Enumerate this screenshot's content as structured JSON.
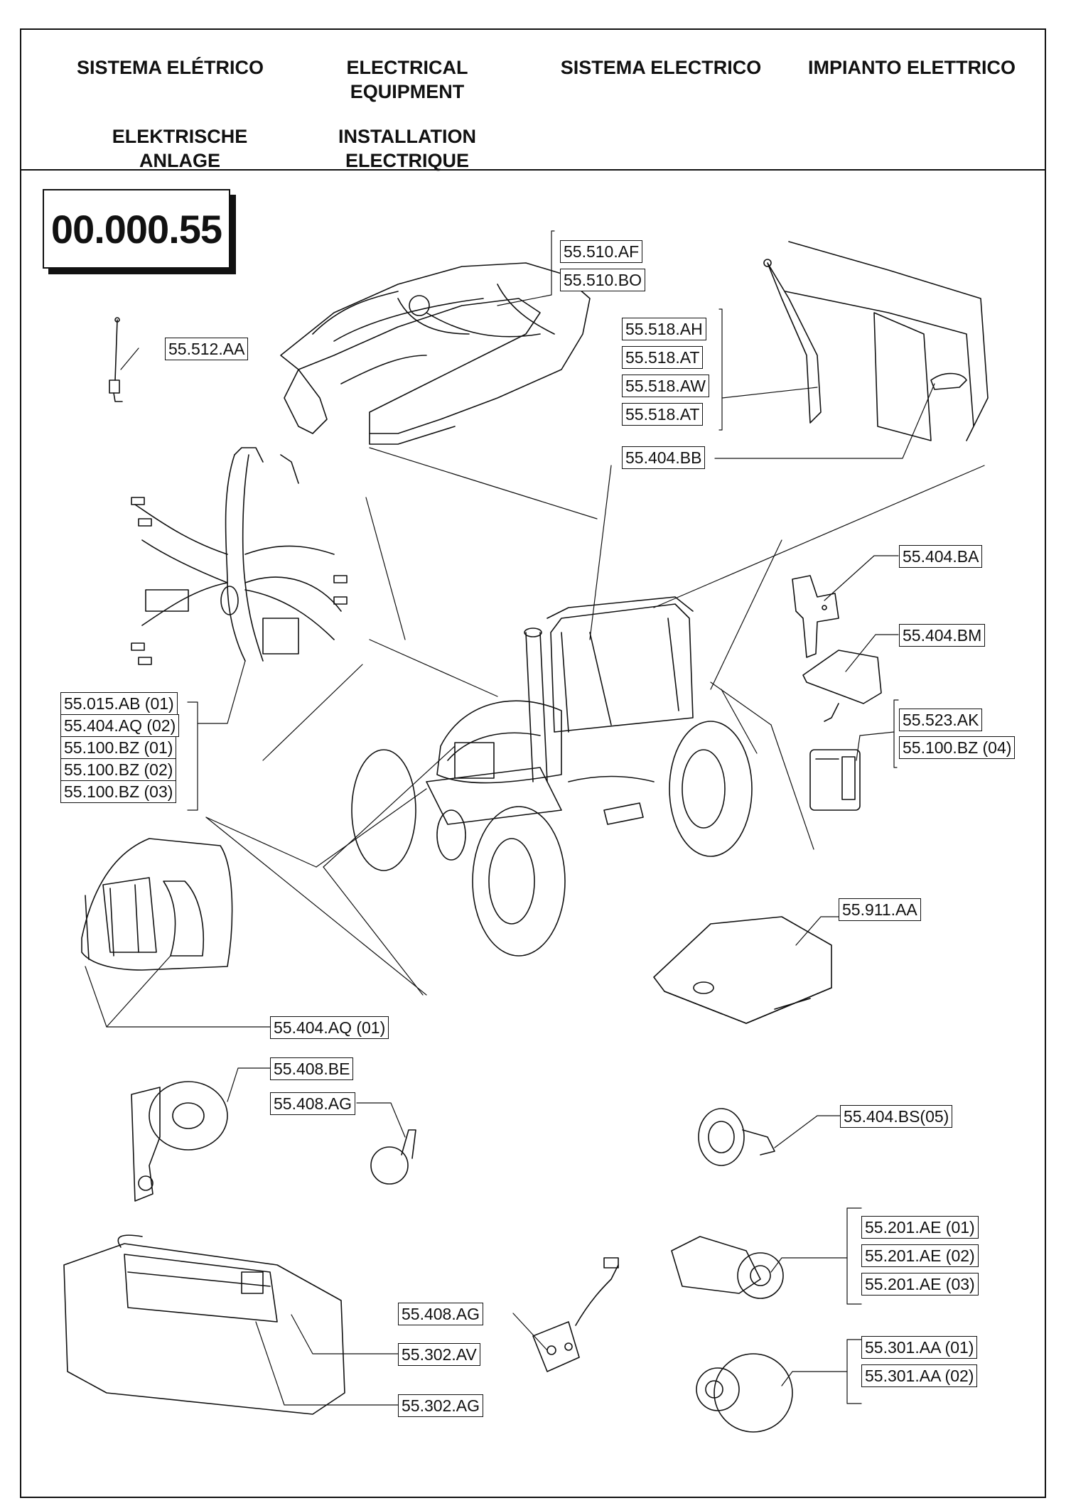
{
  "header": {
    "titles": [
      "SISTEMA ELÉTRICO",
      "ELECTRICAL\nEQUIPMENT",
      "SISTEMA ELECTRICO",
      "IMPIANTO ELETTRICO",
      "ELEKTRISCHE\nANLAGE",
      "INSTALLATION\nELECTRIQUE"
    ]
  },
  "section_code": "00.000.55",
  "labels": {
    "l_510_af": "55.510.AF",
    "l_510_bo": "55.510.BO",
    "l_512_aa": "55.512.AA",
    "l_518_ah": "55.518.AH",
    "l_518_at1": "55.518.AT",
    "l_518_aw": "55.518.AW",
    "l_518_at2": "55.518.AT",
    "l_404_bb": "55.404.BB",
    "l_404_ba": "55.404.BA",
    "l_404_bm": "55.404.BM",
    "l_523_ak": "55.523.AK",
    "l_100_bz04": "55.100.BZ (04)",
    "l_015_ab01": "55.015.AB (01)",
    "l_404_aq02": "55.404.AQ (02)",
    "l_100_bz01": "55.100.BZ (01)",
    "l_100_bz02": "55.100.BZ (02)",
    "l_100_bz03": "55.100.BZ (03)",
    "l_911_aa": "55.911.AA",
    "l_404_aq01": "55.404.AQ (01)",
    "l_408_be": "55.408.BE",
    "l_408_ag1": "55.408.AG",
    "l_404_bs05": "55.404.BS(05)",
    "l_201_ae01": "55.201.AE (01)",
    "l_201_ae02": "55.201.AE (02)",
    "l_201_ae03": "55.201.AE (03)",
    "l_408_ag2": "55.408.AG",
    "l_302_av": "55.302.AV",
    "l_302_ag": "55.302.AG",
    "l_301_aa01": "55.301.AA (01)",
    "l_301_aa02": "55.301.AA (02)"
  }
}
